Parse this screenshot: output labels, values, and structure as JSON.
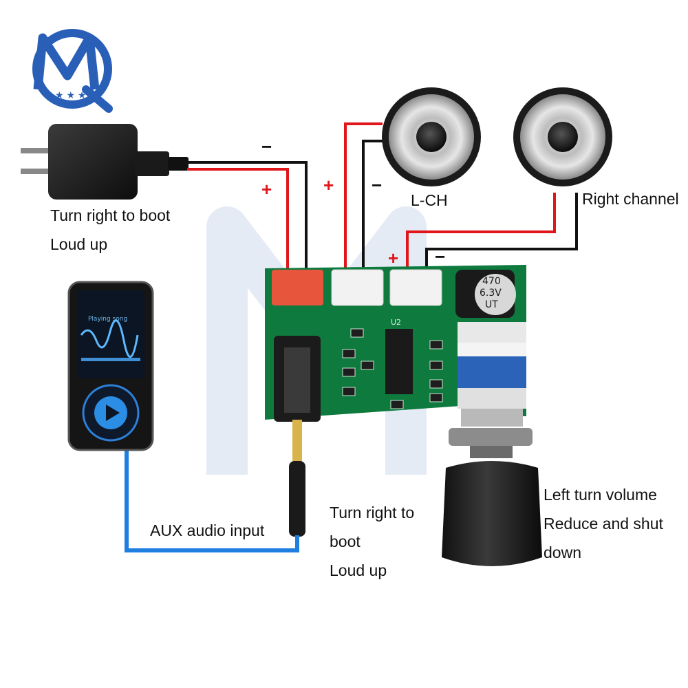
{
  "colors": {
    "positive_wire": "#e0161b",
    "negative_wire": "#111111",
    "audio_cable": "#1e7fe0",
    "pcb": "#0e7a3e",
    "logo_blue": "#2a5fb8"
  },
  "labels": {
    "power_note_line1": "Turn right to boot",
    "power_note_line2": "Loud up",
    "left_channel": "L-CH",
    "right_channel": "Right channel",
    "aux_input": "AUX audio input",
    "knob_note_line1": "Turn right to",
    "knob_note_line2": "boot",
    "knob_note_line3": "Loud up",
    "volume_note_line1": "Left turn volume",
    "volume_note_line2": "Reduce and shut",
    "volume_note_line3": "down"
  },
  "polarity": {
    "plus": "+",
    "minus": "−"
  },
  "capacitor": {
    "line1": "470",
    "line2": "6.3V",
    "line3": "UT"
  },
  "pcb": {
    "chip_label": "U2"
  },
  "player": {
    "title": "Playing song"
  },
  "logo": {
    "letter": "MQ"
  },
  "icons": [
    "power-adapter-icon",
    "speaker-icon",
    "mp3-player-icon",
    "play-icon",
    "audio-jack-icon",
    "potentiometer-knob-icon",
    "brand-logo-icon"
  ]
}
